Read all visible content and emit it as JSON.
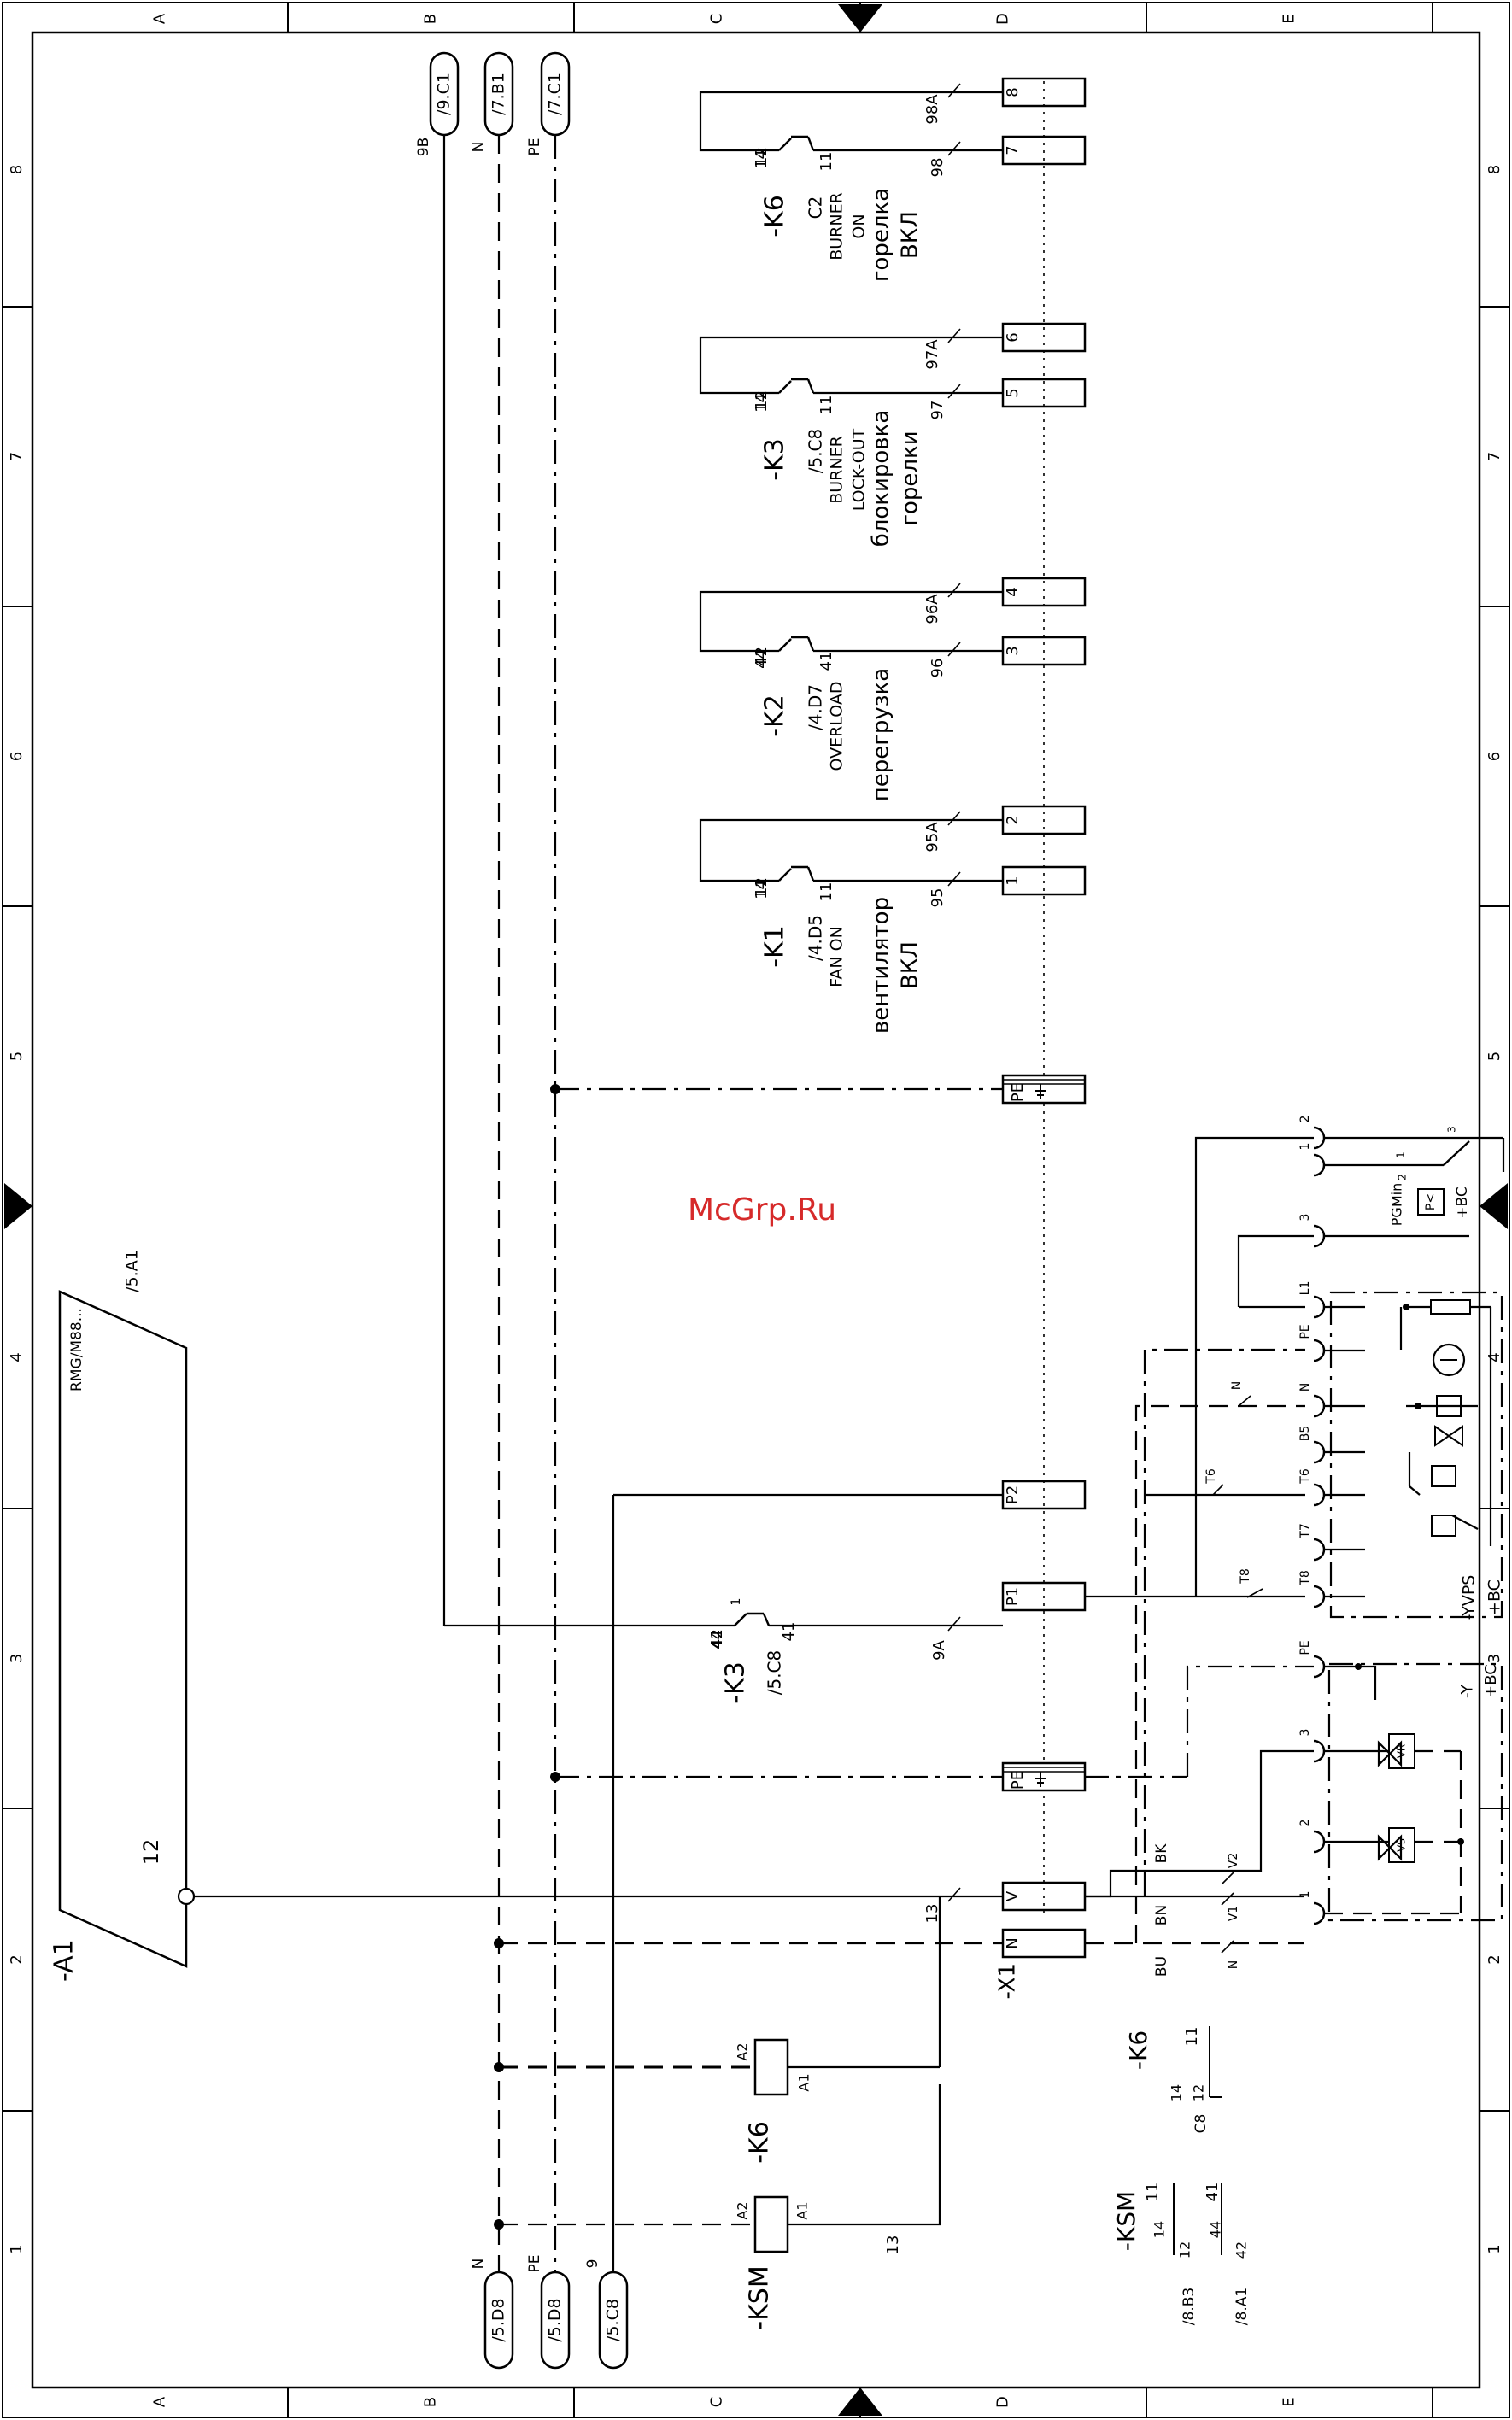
{
  "watermark": "McGrp.Ru",
  "frame": {
    "columns": [
      "A",
      "B",
      "C",
      "D",
      "E"
    ],
    "rows": [
      "1",
      "2",
      "3",
      "4",
      "5",
      "6",
      "7",
      "8"
    ]
  },
  "module": {
    "tag": "-A1",
    "label": "RMG/M88...",
    "ref": "/5.A1",
    "pin": "12"
  },
  "terminal_strip": {
    "tag": "-X1",
    "terminals": [
      "8",
      "7",
      "6",
      "5",
      "4",
      "3",
      "2",
      "1",
      "PE",
      "P2",
      "P1",
      "PE",
      "V",
      "N"
    ],
    "wires": [
      "98A",
      "98",
      "97A",
      "97",
      "96A",
      "96",
      "95A",
      "95",
      "9A",
      "13"
    ]
  },
  "relays": [
    {
      "tag": "-K6",
      "ref": "C2",
      "en": "BURNER",
      "en2": "ON",
      "ru": "горелка",
      "ru2": "ВКЛ",
      "c12": "12",
      "c14": "14",
      "c11": "11"
    },
    {
      "tag": "-K3",
      "ref": "/5.C8",
      "en": "BURNER",
      "en2": "LOCK-OUT",
      "ru": "блокировка",
      "ru2": "горелки",
      "c12": "12",
      "c14": "14",
      "c11": "11"
    },
    {
      "tag": "-K2",
      "ref": "/4.D7",
      "en": "OVERLOAD",
      "en2": "",
      "ru": "перегрузка",
      "ru2": "",
      "c12": "42",
      "c14": "44",
      "c11": "41"
    },
    {
      "tag": "-K1",
      "ref": "/4.D5",
      "en": "FAN ON",
      "en2": "",
      "ru": "вентилятор",
      "ru2": "ВКЛ",
      "c12": "12",
      "c14": "14",
      "c11": "11"
    }
  ],
  "k3_lower": {
    "tag": "-K3",
    "ref": "/5.C8",
    "c42": "42",
    "c44": "44",
    "c41": "41",
    "c1": "1"
  },
  "connectors_top": [
    {
      "ref": "/9.C1",
      "wire": "9B"
    },
    {
      "ref": "/7.B1",
      "wire": "N"
    },
    {
      "ref": "/7.C1",
      "wire": "PE"
    }
  ],
  "connectors_bottom": [
    {
      "ref": "/5.D8",
      "wire": "N"
    },
    {
      "ref": "/5.D8",
      "wire": "PE"
    },
    {
      "ref": "/5.C8",
      "wire": "9"
    }
  ],
  "coils": {
    "k6": {
      "tag": "-K6",
      "a1": "A1",
      "a2": "A2"
    },
    "ksm": {
      "tag": "-KSM",
      "a1": "A1",
      "a2": "A2",
      "wire": "13"
    }
  },
  "yvps": {
    "tag": "-YVPS",
    "bc": "+BC",
    "pins": [
      "T8",
      "T7",
      "T6",
      "B5",
      "N",
      "PE",
      "L1"
    ],
    "wires": [
      "T8",
      "T6",
      "N"
    ]
  },
  "pgmin": {
    "tag": "PGMin",
    "bc": "+BC",
    "contacts": [
      "1",
      "2",
      "3"
    ],
    "sym": "P<",
    "pins": [
      "1",
      "2",
      "3"
    ]
  },
  "valve": {
    "tag": "-Y",
    "bc": "+BC",
    "pins": [
      "1",
      "2",
      "3",
      "PE"
    ],
    "vs": "VS",
    "vr": "VR",
    "wires": [
      {
        "color": "BK",
        "num": "V2"
      },
      {
        "color": "BN",
        "num": "V1"
      },
      {
        "color": "BU",
        "num": "N"
      }
    ]
  },
  "contact_table": {
    "k6": {
      "tag": "-K6",
      "n11": "11",
      "n14": "14",
      "n12": "12",
      "ref": "C8"
    },
    "ksm": {
      "tag": "-KSM",
      "n11": "11",
      "n41": "41",
      "n14": "14",
      "n12": "12",
      "n44": "44",
      "n42": "42",
      "ref1": "/8.B3",
      "ref2": "/8.A1"
    }
  }
}
